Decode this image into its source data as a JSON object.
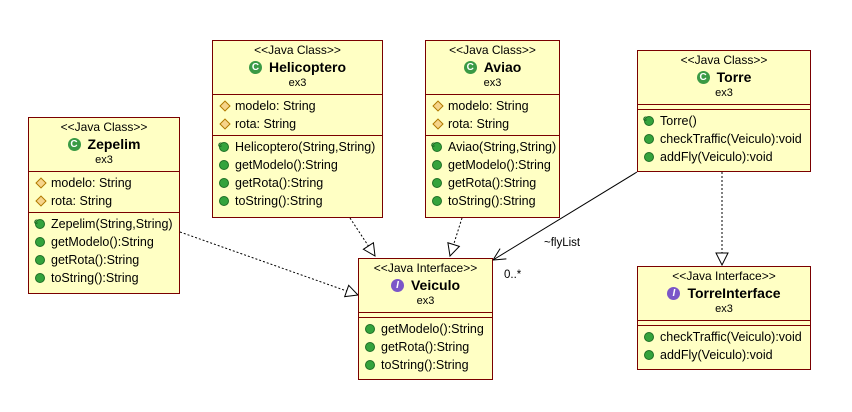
{
  "classes": {
    "helicoptero": {
      "stereotype": "<<Java Class>>",
      "name": "Helicoptero",
      "package": "ex3",
      "fields": [
        "modelo: String",
        "rota: String"
      ],
      "constructor": "Helicoptero(String,String)",
      "methods": [
        "getModelo():String",
        "getRota():String",
        "toString():String"
      ]
    },
    "aviao": {
      "stereotype": "<<Java Class>>",
      "name": "Aviao",
      "package": "ex3",
      "fields": [
        "modelo: String",
        "rota: String"
      ],
      "constructor": "Aviao(String,String)",
      "methods": [
        "getModelo():String",
        "getRota():String",
        "toString():String"
      ]
    },
    "torre": {
      "stereotype": "<<Java Class>>",
      "name": "Torre",
      "package": "ex3",
      "constructor": "Torre()",
      "methods": [
        "checkTraffic(Veiculo):void",
        "addFly(Veiculo):void"
      ]
    },
    "zepelim": {
      "stereotype": "<<Java Class>>",
      "name": "Zepelim",
      "package": "ex3",
      "fields": [
        "modelo: String",
        "rota: String"
      ],
      "constructor": "Zepelim(String,String)",
      "methods": [
        "getModelo():String",
        "getRota():String",
        "toString():String"
      ]
    }
  },
  "interfaces": {
    "veiculo": {
      "stereotype": "<<Java Interface>>",
      "name": "Veiculo",
      "package": "ex3",
      "methods": [
        "getModelo():String",
        "getRota():String",
        "toString():String"
      ]
    },
    "torreInterface": {
      "stereotype": "<<Java Interface>>",
      "name": "TorreInterface",
      "package": "ex3",
      "methods": [
        "checkTraffic(Veiculo):void",
        "addFly(Veiculo):void"
      ]
    }
  },
  "association": {
    "role": "~flyList",
    "multiplicity": "0..*"
  },
  "icons": {
    "class": "class-icon",
    "interface": "interface-icon",
    "field": "field-icon",
    "method": "method-icon",
    "constructor": "constructor-icon"
  },
  "colors": {
    "box_fill": "#ffffc4",
    "box_border": "#7a0000",
    "class_icon": "#3a9a45",
    "interface_icon": "#7b56c8"
  }
}
